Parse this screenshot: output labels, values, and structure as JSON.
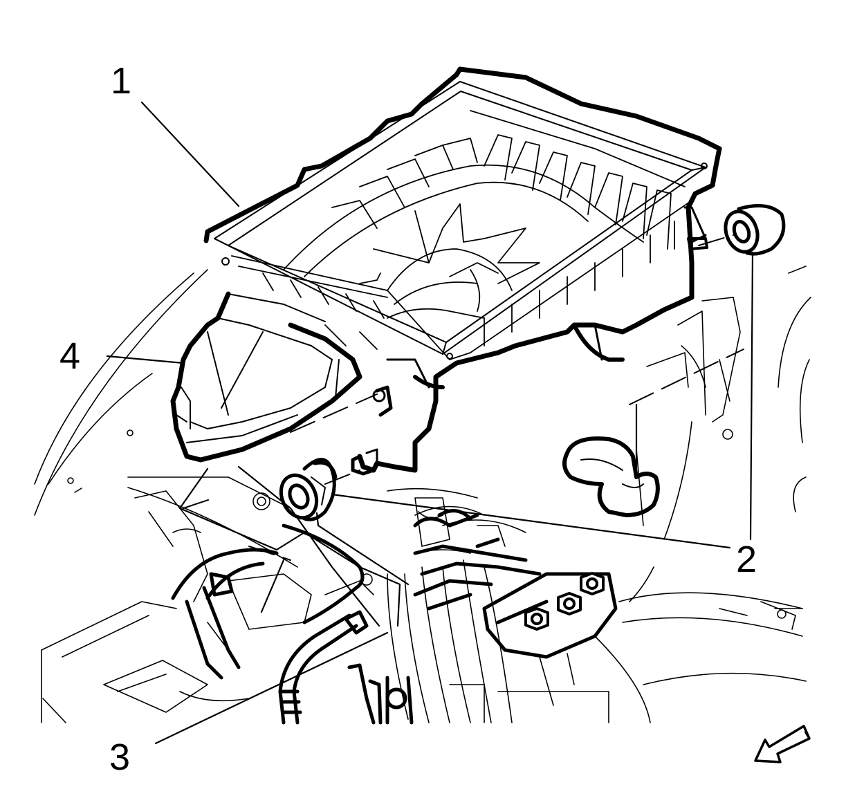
{
  "callouts": {
    "c1": "1",
    "c2": "2",
    "c3": "3",
    "c4": "4"
  },
  "colors": {
    "line": "#000000",
    "background": "#ffffff"
  },
  "icons": {
    "direction": "front-direction-arrow-icon"
  }
}
